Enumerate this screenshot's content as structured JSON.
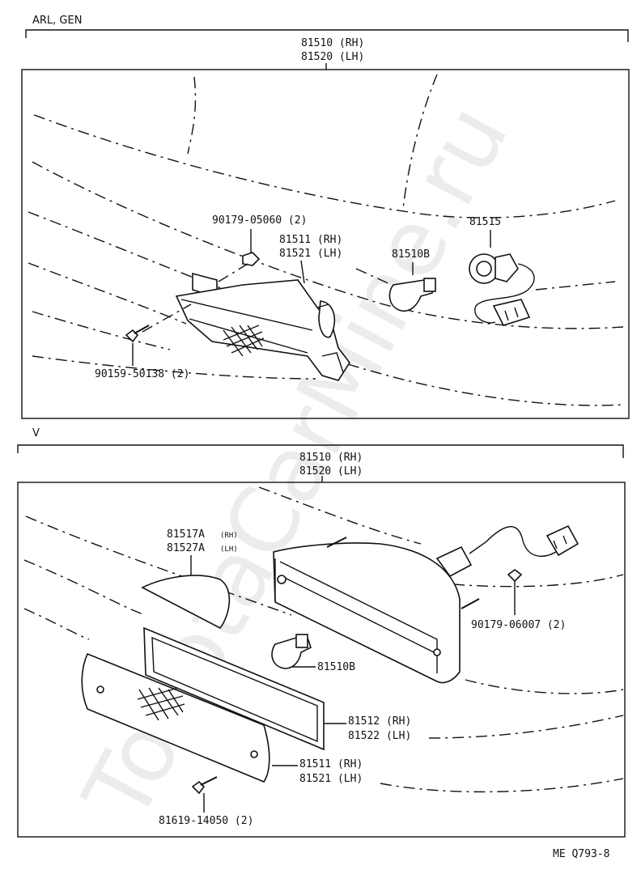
{
  "watermark": "ToyotaCarMine.ru",
  "ref_code": "ME Q793-8",
  "sections": [
    {
      "label": "ARL, GEN",
      "assembly": [
        "81510 (RH)",
        "81520 (LH)"
      ],
      "parts": {
        "clip_nut": "90179-05060 (2)",
        "housing_rh": "81511 (RH)",
        "housing_lh": "81521 (LH)",
        "bulb": "81510B",
        "socket": "81515",
        "screw": "90159-50138 (2)"
      }
    },
    {
      "label": "V",
      "assembly": [
        "81510 (RH)",
        "81520 (LH)"
      ],
      "parts": {
        "reflector_rh": "81517A",
        "reflector_rh_suffix": "(RH)",
        "reflector_lh": "81527A",
        "reflector_lh_suffix": "(LH)",
        "nut": "90179-06007 (2)",
        "bulb": "81510B",
        "gasket_rh": "81512 (RH)",
        "gasket_lh": "81522 (LH)",
        "lens_rh": "81511 (RH)",
        "lens_lh": "81521 (LH)",
        "screw": "81619-14050 (2)"
      }
    }
  ]
}
